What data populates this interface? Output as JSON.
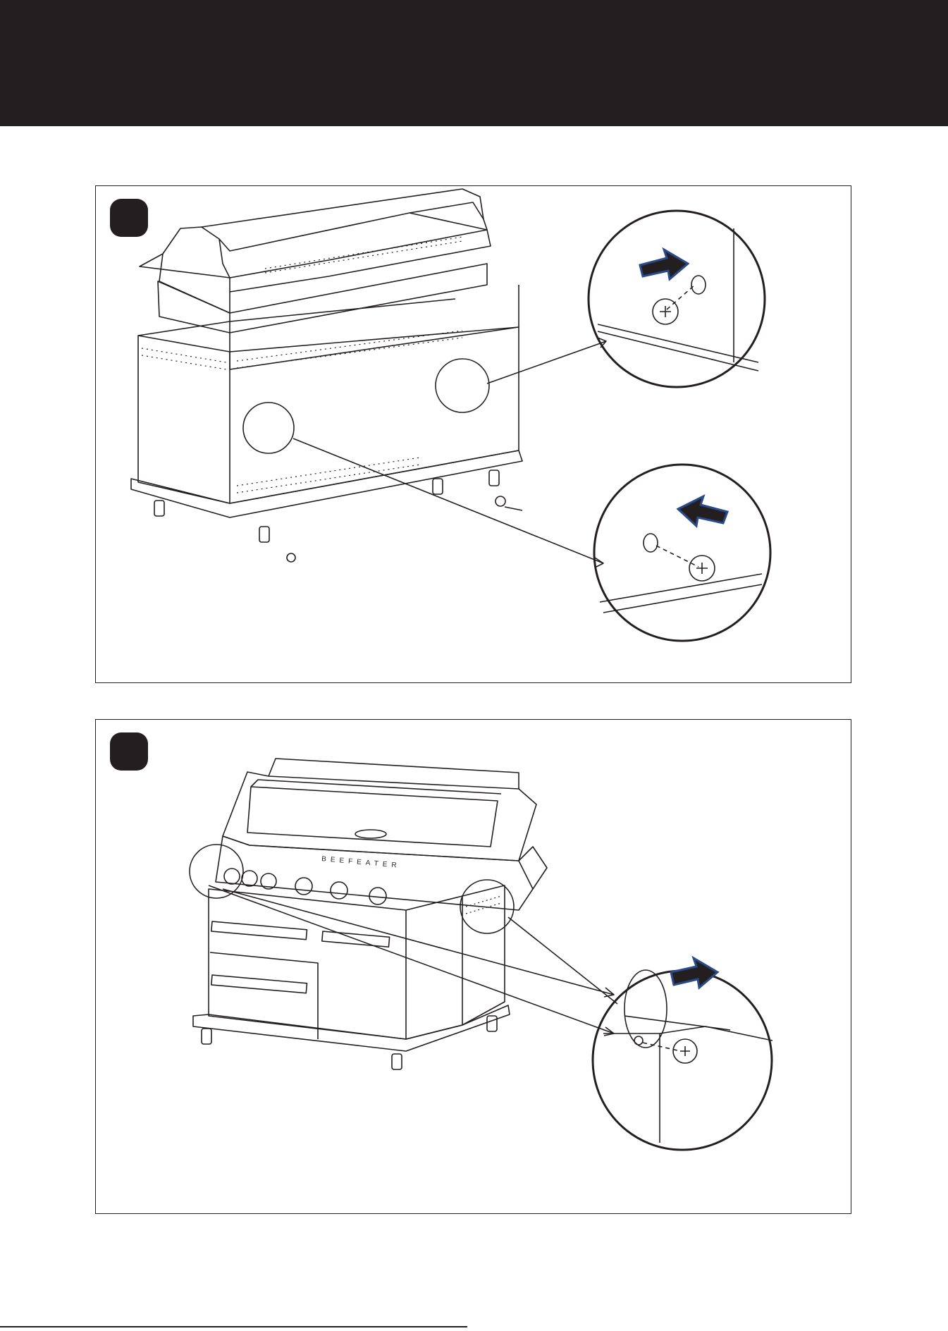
{
  "header": {
    "background_color": "#231f20"
  },
  "accent_colors": {
    "arrow_fill": "#231f20",
    "arrow_outline": "#2b4a8a"
  },
  "figures": [
    {
      "step_marker_icon": "filled-rounded-square",
      "grill_label": "",
      "details": [
        "screw-insertion-right-arrow",
        "screw-insertion-left-arrow"
      ]
    },
    {
      "step_marker_icon": "filled-rounded-square",
      "grill_label": "BEEFEATER",
      "details": [
        "screw-insertion-right-arrow"
      ]
    }
  ],
  "footer": {
    "page_mark": ""
  }
}
